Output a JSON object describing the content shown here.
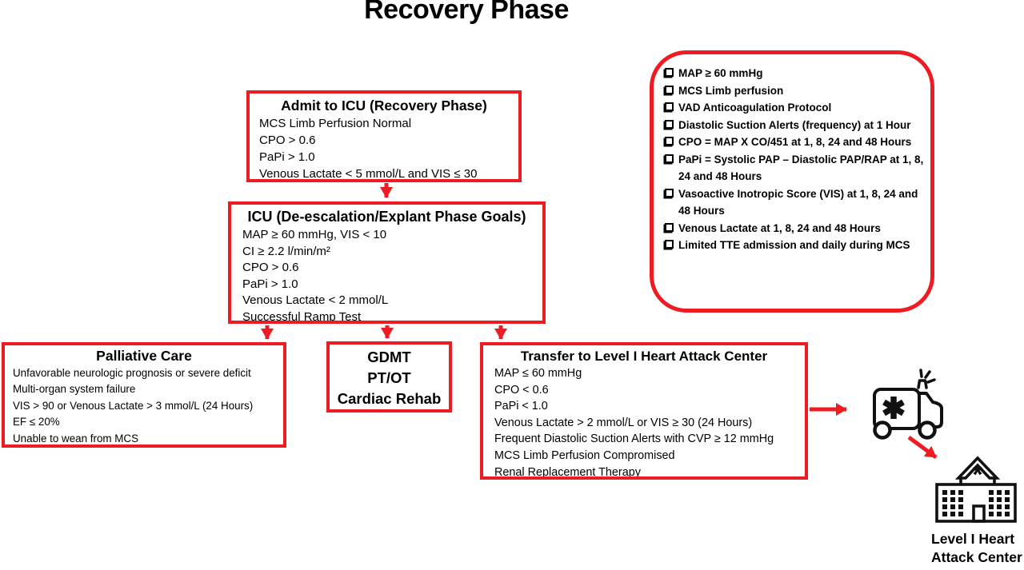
{
  "title": "Recovery Phase",
  "colors": {
    "accent": "#EE1B22",
    "ink": "#000000"
  },
  "boxes": {
    "admit": {
      "title": "Admit to ICU (Recovery Phase)",
      "lines": [
        "MCS Limb Perfusion Normal",
        "CPO > 0.6",
        "PaPi > 1.0",
        "Venous Lactate < 5 mmol/L and VIS ≤ 30"
      ]
    },
    "icu": {
      "title": "ICU (De-escalation/Explant Phase Goals)",
      "lines": [
        "MAP ≥ 60 mmHg, VIS < 10",
        "CI ≥ 2.2 l/min/m²",
        "CPO > 0.6",
        "PaPi > 1.0",
        "Venous Lactate < 2 mmol/L",
        "Successful Ramp Test"
      ]
    },
    "palliative": {
      "title": "Palliative Care",
      "lines": [
        "Unfavorable neurologic prognosis or severe deficit",
        "Multi-organ system failure",
        "VIS > 90 or Venous Lactate > 3 mmol/L (24 Hours)",
        "EF ≤ 20%",
        "Unable to wean from MCS"
      ]
    },
    "gdmt": {
      "lines": [
        "GDMT",
        "PT/OT",
        "Cardiac Rehab"
      ]
    },
    "transfer": {
      "title": "Transfer to Level I Heart Attack Center",
      "lines": [
        "MAP ≤ 60 mmHg",
        "CPO < 0.6",
        "PaPi < 1.0",
        "Venous Lactate > 2 mmol/L or VIS ≥ 30 (24 Hours)",
        "Frequent Diastolic Suction Alerts with CVP ≥ 12 mmHg",
        "MCS Limb Perfusion Compromised",
        "Renal Replacement Therapy"
      ]
    }
  },
  "checklist": {
    "items": [
      "MAP ≥ 60 mmHg",
      "MCS Limb perfusion",
      "VAD Anticoagulation Protocol",
      "Diastolic Suction Alerts (frequency) at 1 Hour",
      "CPO = MAP X CO/451 at 1, 8, 24 and 48 Hours",
      "PaPi = Systolic PAP – Diastolic PAP/RAP at 1, 8, 24 and 48 Hours",
      "Vasoactive Inotropic Score (VIS) at 1, 8, 24 and 48 Hours",
      "Venous Lactate at 1, 8, 24 and 48 Hours",
      "Limited TTE admission and daily during MCS"
    ]
  },
  "destination": {
    "label_line1": "Level I Heart",
    "label_line2": "Attack Center"
  },
  "connections": [
    {
      "from": "admit-to-icu",
      "to": "icu-goals"
    },
    {
      "from": "icu-goals",
      "to": "palliative-care"
    },
    {
      "from": "icu-goals",
      "to": "gdmt"
    },
    {
      "from": "icu-goals",
      "to": "transfer-level1"
    },
    {
      "from": "transfer-level1",
      "to": "ambulance"
    },
    {
      "from": "ambulance",
      "to": "level1-heart-attack-center"
    }
  ]
}
